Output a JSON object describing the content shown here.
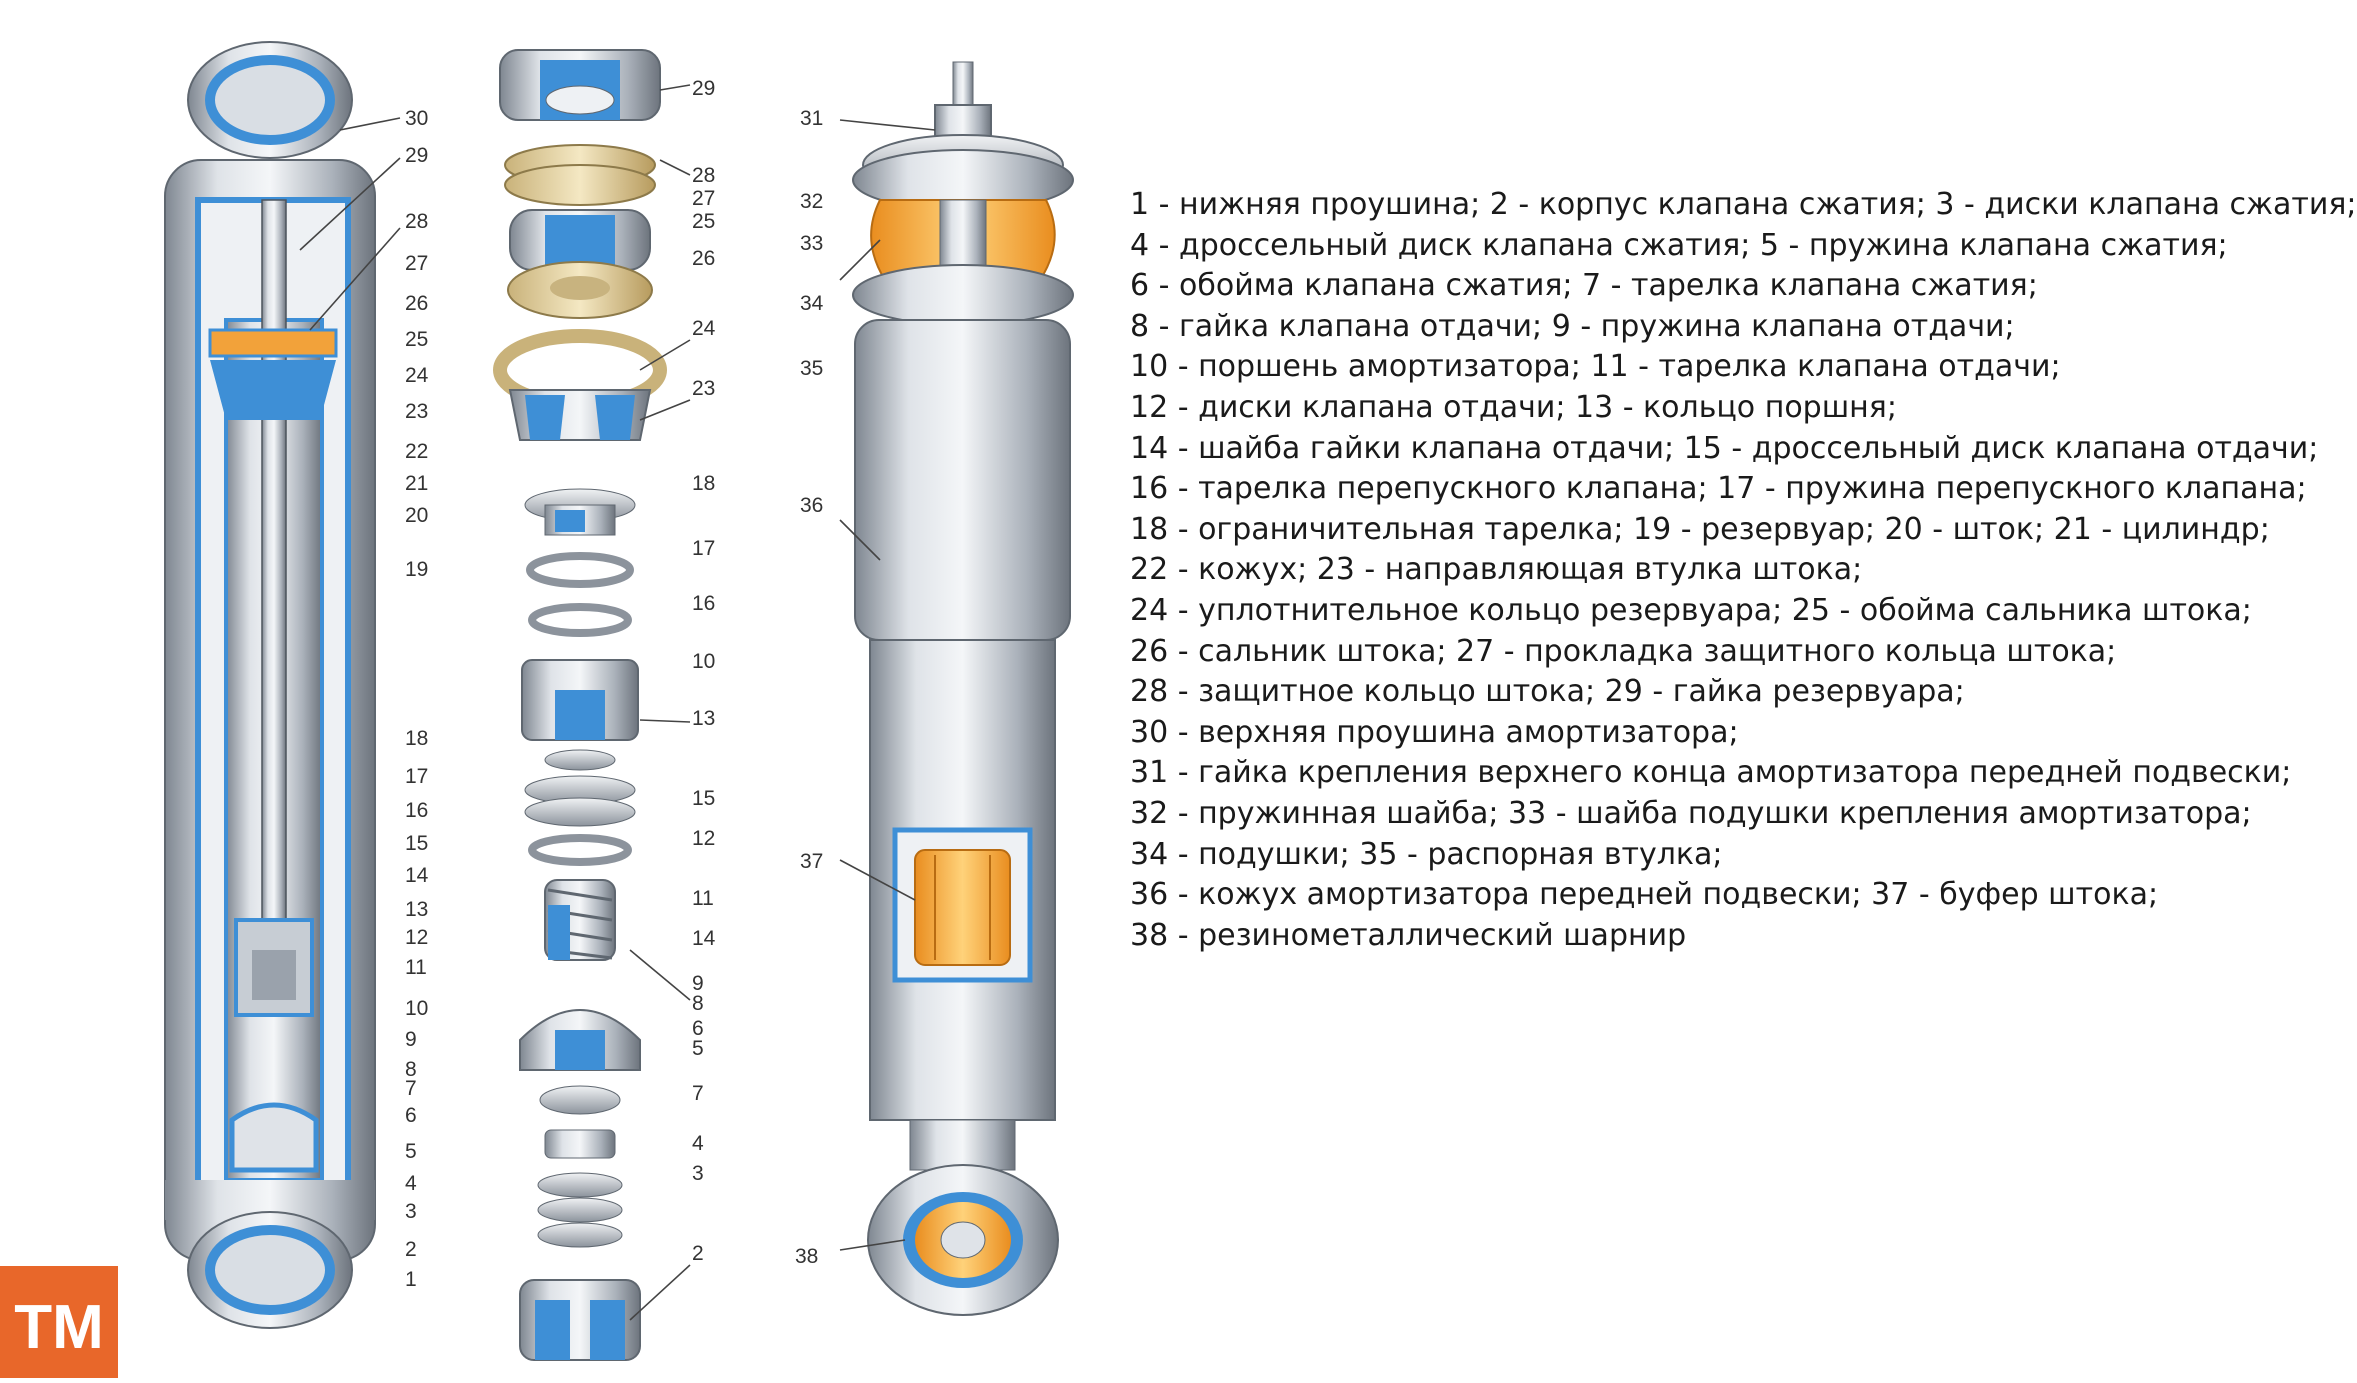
{
  "legend": [
    "1 - нижняя проушина; 2 - корпус клапана сжатия; 3 - диски клапана сжатия;",
    "4 - дроссельный диск клапана сжатия; 5 - пружина клапана сжатия;",
    "6 - обойма клапана сжатия; 7 - тарелка клапана сжатия;",
    "8 - гайка клапана отдачи; 9 - пружина клапана отдачи;",
    "10 - поршень амортизатора; 11 - тарелка клапана отдачи;",
    "12 - диски клапана отдачи; 13 - кольцо поршня;",
    "14 - шайба гайки клапана отдачи; 15 - дроссельный диск клапана отдачи;",
    "16 - тарелка перепускного клапана; 17 - пружина перепускного клапана;",
    "18 - ограничительная тарелка; 19 - резервуар; 20 - шток; 21 - цилиндр;",
    "22 - кожух; 23 - направляющая втулка штока;",
    "24 - уплотнительное кольцо резервуара; 25 - обойма сальника штока;",
    "26 - сальник штока; 27 - прокладка защитного кольца штока;",
    "28 - защитное кольцо штока; 29 - гайка резервуара;",
    "30 - верхняя проушина амортизатора;",
    "31 - гайка крепления верхнего конца амортизатора передней подвески;",
    "32 - пружинная шайба; 33 - шайба подушки крепления амортизатора;",
    "34 - подушки; 35 - распорная втулка;",
    "36 - кожух амортизатора передней подвески; 37 - буфер штока;",
    "38 - резинометаллический шарнир"
  ],
  "callouts_left": [
    "30",
    "29",
    "28",
    "27",
    "26",
    "25",
    "24",
    "23",
    "22",
    "21",
    "20",
    "19",
    "18",
    "17",
    "16",
    "15",
    "14",
    "13",
    "12",
    "11",
    "10",
    "9",
    "8",
    "7",
    "6",
    "5",
    "4",
    "3",
    "2",
    "1"
  ],
  "callouts_middle": [
    "29",
    "28",
    "27",
    "25",
    "26",
    "24",
    "23",
    "18",
    "17",
    "16",
    "10",
    "13",
    "15",
    "12",
    "11",
    "14",
    "9",
    "8",
    "6",
    "5",
    "7",
    "4",
    "3",
    "2"
  ],
  "callouts_right": [
    "31",
    "32",
    "33",
    "34",
    "35",
    "36",
    "37",
    "38"
  ],
  "logo_text": "ТМ",
  "colors": {
    "accent_blue": "#3e8fd6",
    "steel": "#b8bec7",
    "orange": "#f2a23a",
    "logo": "#e8672a"
  }
}
